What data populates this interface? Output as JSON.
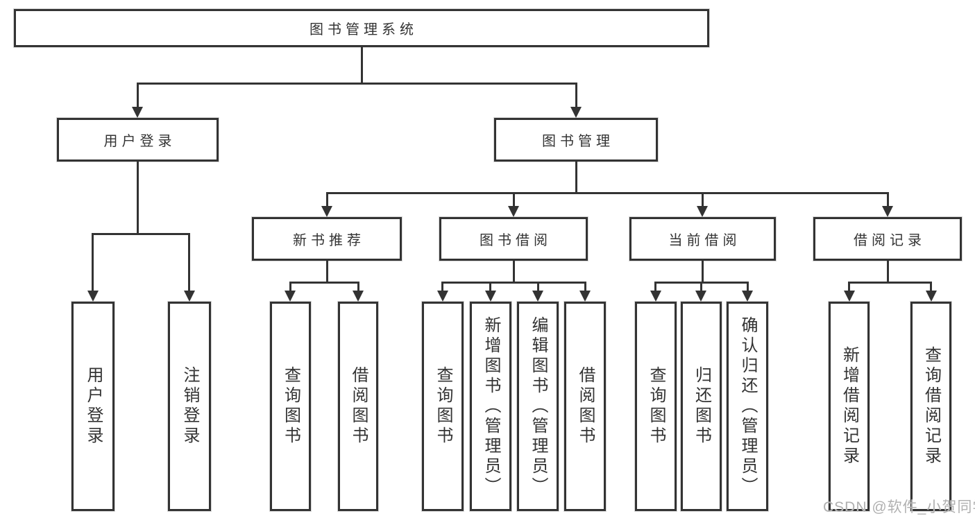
{
  "colors": {
    "line": "#333333",
    "text": "#333333",
    "background": "#ffffff",
    "watermark": "#b0b0b0"
  },
  "watermark": {
    "text": "CSDN @软件_小贺同学"
  },
  "tree": {
    "root": {
      "label": "图书管理系统",
      "children": [
        {
          "label": "用户登录",
          "children": [
            {
              "label": "用户登录"
            },
            {
              "label": "注销登录"
            }
          ]
        },
        {
          "label": "图书管理",
          "children": [
            {
              "label": "新书推荐",
              "children": [
                {
                  "label": "查询图书"
                },
                {
                  "label": "借阅图书"
                }
              ]
            },
            {
              "label": "图书借阅",
              "children": [
                {
                  "label": "查询图书"
                },
                {
                  "label": "新增图书（管理员）"
                },
                {
                  "label": "编辑图书（管理员）"
                },
                {
                  "label": "借阅图书"
                }
              ]
            },
            {
              "label": "当前借阅",
              "children": [
                {
                  "label": "查询图书"
                },
                {
                  "label": "归还图书"
                },
                {
                  "label": "确认归还（管理员）"
                }
              ]
            },
            {
              "label": "借阅记录",
              "children": [
                {
                  "label": "新增借阅记录"
                },
                {
                  "label": "查询借阅记录"
                }
              ]
            }
          ]
        }
      ]
    }
  }
}
